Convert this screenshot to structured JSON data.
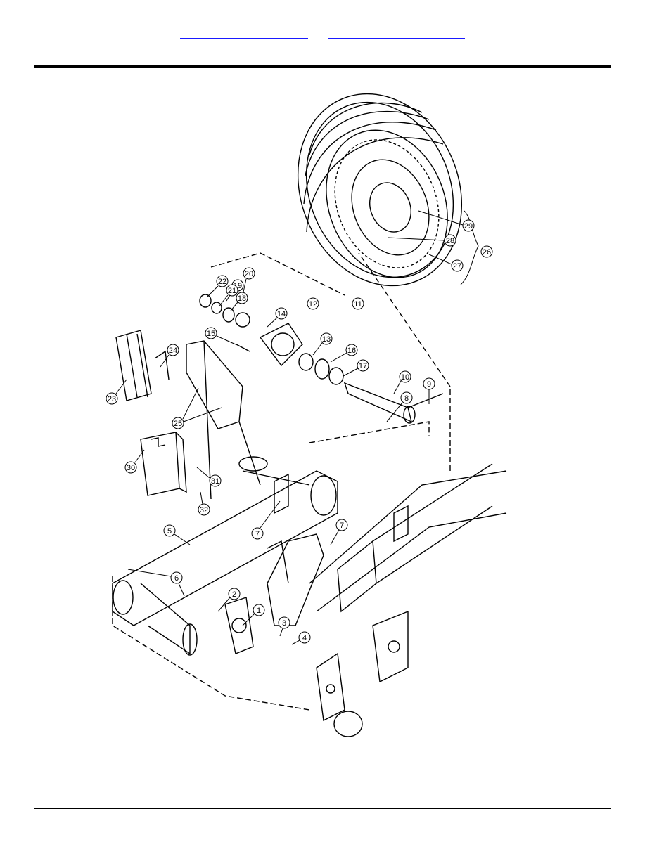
{
  "header": {
    "links": [
      {
        "name": "nav-link-1",
        "label": ""
      },
      {
        "name": "nav-link-2",
        "label": ""
      }
    ]
  },
  "diagram": {
    "callouts": [
      "1",
      "2",
      "3",
      "4",
      "5",
      "6",
      "7",
      "7",
      "8",
      "9",
      "10",
      "11",
      "12",
      "13",
      "14",
      "15",
      "16",
      "17",
      "18",
      "19",
      "20",
      "21",
      "22",
      "23",
      "24",
      "25",
      "26",
      "27",
      "28",
      "29",
      "30",
      "31",
      "32"
    ]
  }
}
